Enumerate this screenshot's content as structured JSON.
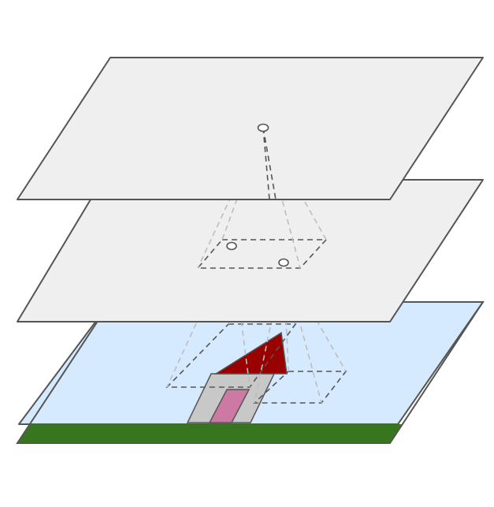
{
  "diagram": {
    "colors": {
      "background": "#ffffff",
      "layer_fill": "#efefef",
      "layer_edge": "#555555",
      "sky": "#d6eaff",
      "grass": "#37761e",
      "house_wall": "#c8c8c8",
      "house_door": "#cc7aa4",
      "house_roof": "#990000",
      "rf_dark": "#555555",
      "rf_light": "#bdbdbd",
      "unit_fill": "#ffffff"
    },
    "layers": [
      {
        "role": "input-image",
        "content": "house-scene"
      },
      {
        "role": "hidden-layer",
        "units_shown": 2
      },
      {
        "role": "output-layer",
        "units_shown": 1
      }
    ]
  }
}
